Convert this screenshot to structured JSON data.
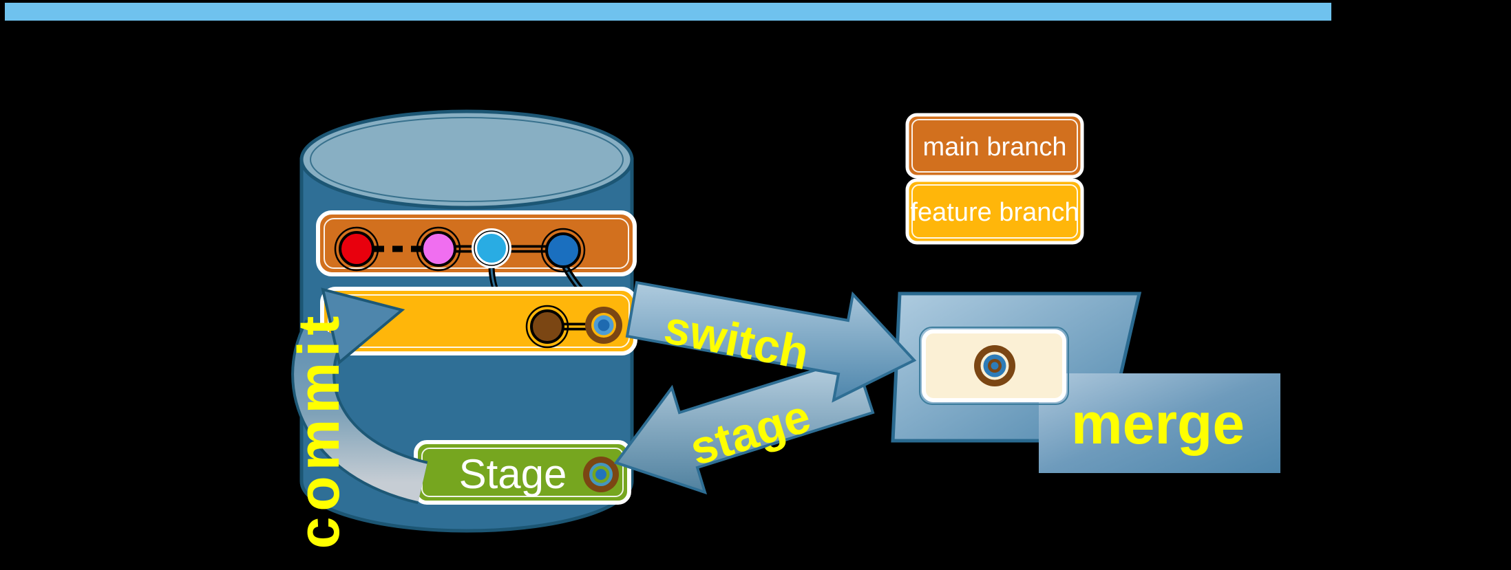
{
  "slide": {
    "background_color": "#000000",
    "top_bar_color": "#6FC2EE"
  },
  "legend": {
    "main_branch_label": "main branch",
    "feature_branch_label": "feature branch",
    "main_branch_color": "#D2701E",
    "feature_branch_color": "#FFB60A"
  },
  "repository": {
    "stage_label": "Stage",
    "stage_color": "#76A61F",
    "cylinder_color": "#2F6F96",
    "main_branch_commit_colors": [
      "#E8000D",
      "#F06EF0",
      "#29ACE3",
      "#1A6FBF"
    ],
    "feature_branch_commit_color": "#7B4613",
    "head_target_colors": [
      "#7B4613",
      "#2E7CB8"
    ]
  },
  "working_directory": {
    "panel_color": "#FBF0D5"
  },
  "actions": {
    "commit_label": "commit",
    "switch_label": "switch",
    "stage_label": "stage",
    "merge_label": "merge",
    "label_color": "#FFFF00"
  }
}
